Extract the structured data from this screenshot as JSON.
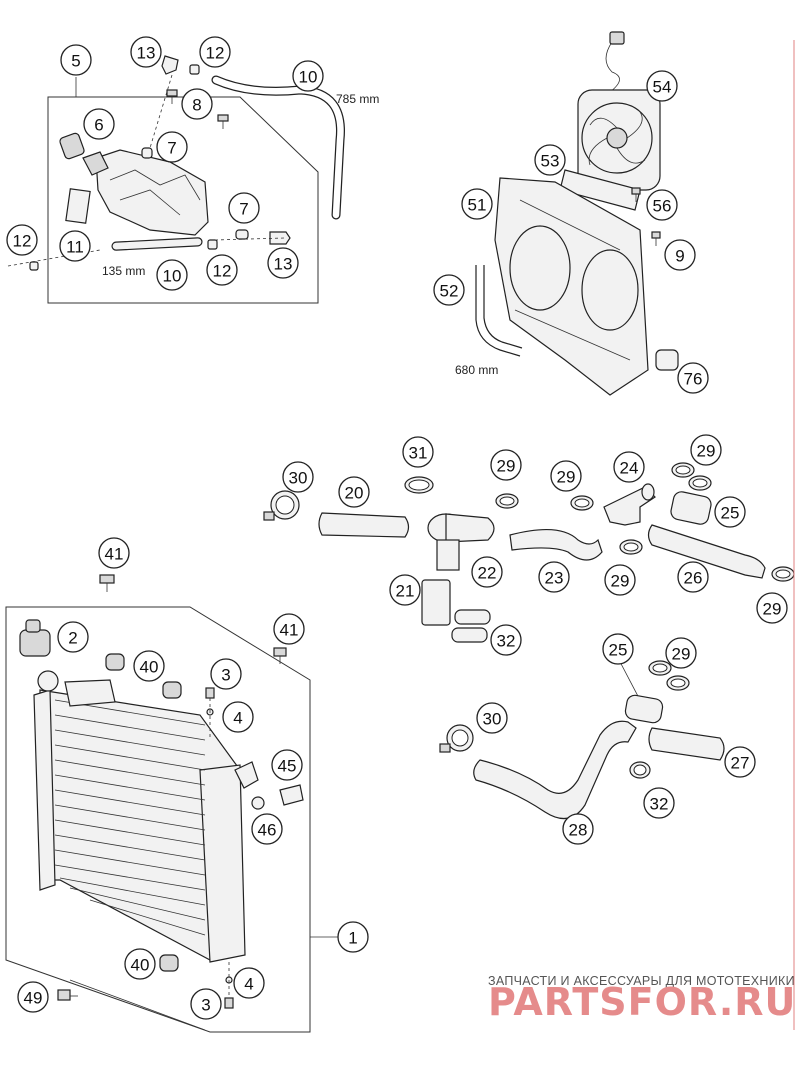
{
  "callouts": [
    {
      "id": "c5",
      "label": "5"
    },
    {
      "id": "c13a",
      "label": "13"
    },
    {
      "id": "c12a",
      "label": "12"
    },
    {
      "id": "c10a",
      "label": "10"
    },
    {
      "id": "c8",
      "label": "8"
    },
    {
      "id": "c6",
      "label": "6"
    },
    {
      "id": "c7a",
      "label": "7"
    },
    {
      "id": "c7b",
      "label": "7"
    },
    {
      "id": "c12b",
      "label": "12"
    },
    {
      "id": "c11",
      "label": "11"
    },
    {
      "id": "c10b",
      "label": "10"
    },
    {
      "id": "c12c",
      "label": "12"
    },
    {
      "id": "c13b",
      "label": "13"
    },
    {
      "id": "c54",
      "label": "54"
    },
    {
      "id": "c53",
      "label": "53"
    },
    {
      "id": "c51",
      "label": "51"
    },
    {
      "id": "c56",
      "label": "56"
    },
    {
      "id": "c9",
      "label": "9"
    },
    {
      "id": "c52",
      "label": "52"
    },
    {
      "id": "c76",
      "label": "76"
    },
    {
      "id": "c31",
      "label": "31"
    },
    {
      "id": "c29a",
      "label": "29"
    },
    {
      "id": "c29b",
      "label": "29"
    },
    {
      "id": "c24",
      "label": "24"
    },
    {
      "id": "c29c",
      "label": "29"
    },
    {
      "id": "c30a",
      "label": "30"
    },
    {
      "id": "c20",
      "label": "20"
    },
    {
      "id": "c25a",
      "label": "25"
    },
    {
      "id": "c22",
      "label": "22"
    },
    {
      "id": "c23",
      "label": "23"
    },
    {
      "id": "c29d",
      "label": "29"
    },
    {
      "id": "c26",
      "label": "26"
    },
    {
      "id": "c21",
      "label": "21"
    },
    {
      "id": "c29e",
      "label": "29"
    },
    {
      "id": "c32a",
      "label": "32"
    },
    {
      "id": "c41a",
      "label": "41"
    },
    {
      "id": "c2",
      "label": "2"
    },
    {
      "id": "c41b",
      "label": "41"
    },
    {
      "id": "c40a",
      "label": "40"
    },
    {
      "id": "c3a",
      "label": "3"
    },
    {
      "id": "c4a",
      "label": "4"
    },
    {
      "id": "c45",
      "label": "45"
    },
    {
      "id": "c46",
      "label": "46"
    },
    {
      "id": "c1",
      "label": "1"
    },
    {
      "id": "c40b",
      "label": "40"
    },
    {
      "id": "c4b",
      "label": "4"
    },
    {
      "id": "c49",
      "label": "49"
    },
    {
      "id": "c3b",
      "label": "3"
    },
    {
      "id": "c25b",
      "label": "25"
    },
    {
      "id": "c29f",
      "label": "29"
    },
    {
      "id": "c30b",
      "label": "30"
    },
    {
      "id": "c27",
      "label": "27"
    },
    {
      "id": "c32b",
      "label": "32"
    },
    {
      "id": "c28",
      "label": "28"
    }
  ],
  "dimensions": {
    "hose_785": "785 mm",
    "hose_135": "135 mm",
    "hose_680": "680 mm"
  },
  "watermark": {
    "subtitle": "ЗАПЧАСТИ И АКСЕССУАРЫ ДЛЯ МОТОТЕХНИКИ",
    "brand": "PARTSFOR.RU"
  },
  "colors": {
    "watermark": "#e58b8b",
    "linework": "#222222"
  }
}
